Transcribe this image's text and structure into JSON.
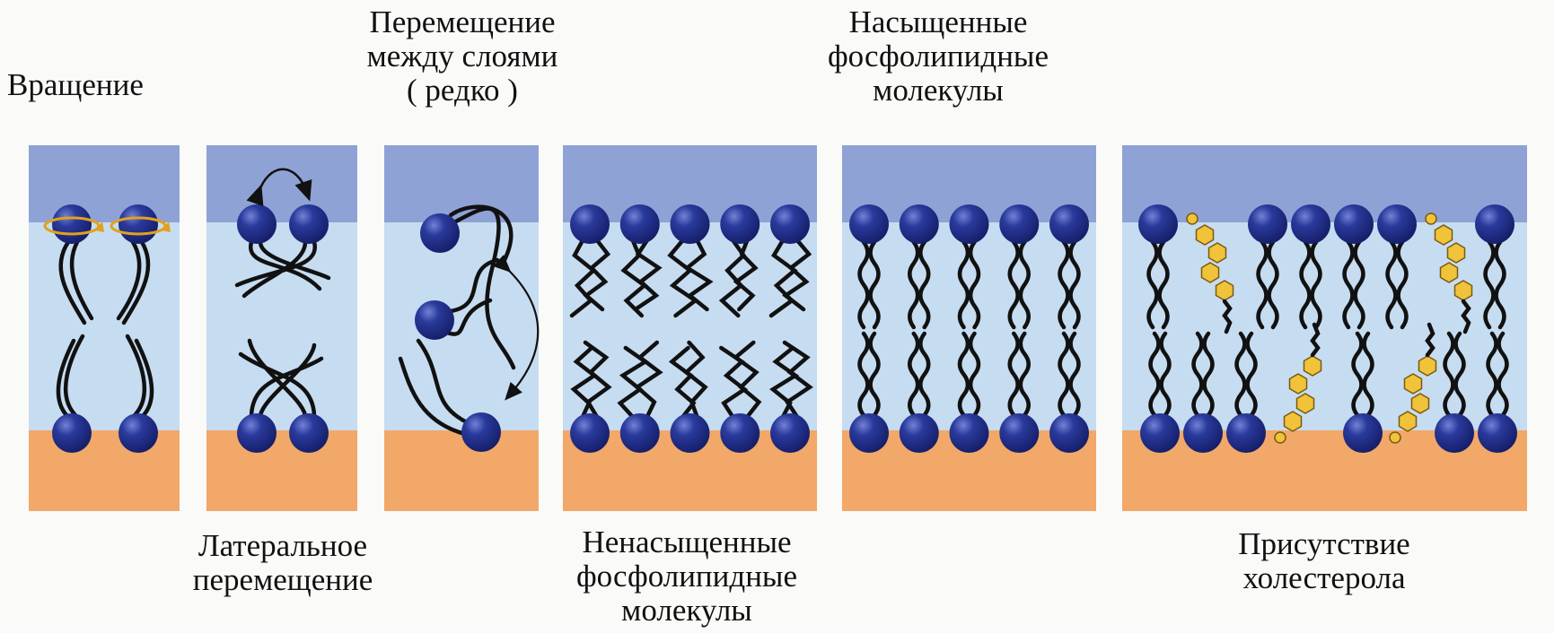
{
  "labels": {
    "rotation": "Вращение",
    "flip_flop": "Перемещение\nмежду слоями\n( редко )",
    "saturated": "Насыщенные\nфосфолипидные\nмолекулы",
    "lateral": "Латеральное\nперемещение",
    "unsaturated": "Ненасыщенные\nфосфолипидные\nмолекулы",
    "cholesterol": "Присутствие\nхолестерола"
  },
  "colors": {
    "top_band": "#8fa2d6",
    "middle": "#c6dcf1",
    "bottom_band": "#f1a869",
    "head": "#1d2a86",
    "head_highlight": "#6d7fd1",
    "tail": "#111111",
    "cholesterol": "#f0c33a",
    "rotation_arrow": "#e0a21d"
  },
  "panels": [
    {
      "id": "rotation",
      "type": "rotation"
    },
    {
      "id": "lateral",
      "type": "lateral"
    },
    {
      "id": "flip_flop",
      "type": "flip"
    },
    {
      "id": "unsaturated",
      "type": "unsaturated",
      "heads_per_layer": 5
    },
    {
      "id": "saturated",
      "type": "saturated",
      "heads_per_layer": 5
    },
    {
      "id": "cholesterol",
      "type": "cholesterol",
      "cholesterol_molecules": 4
    }
  ]
}
